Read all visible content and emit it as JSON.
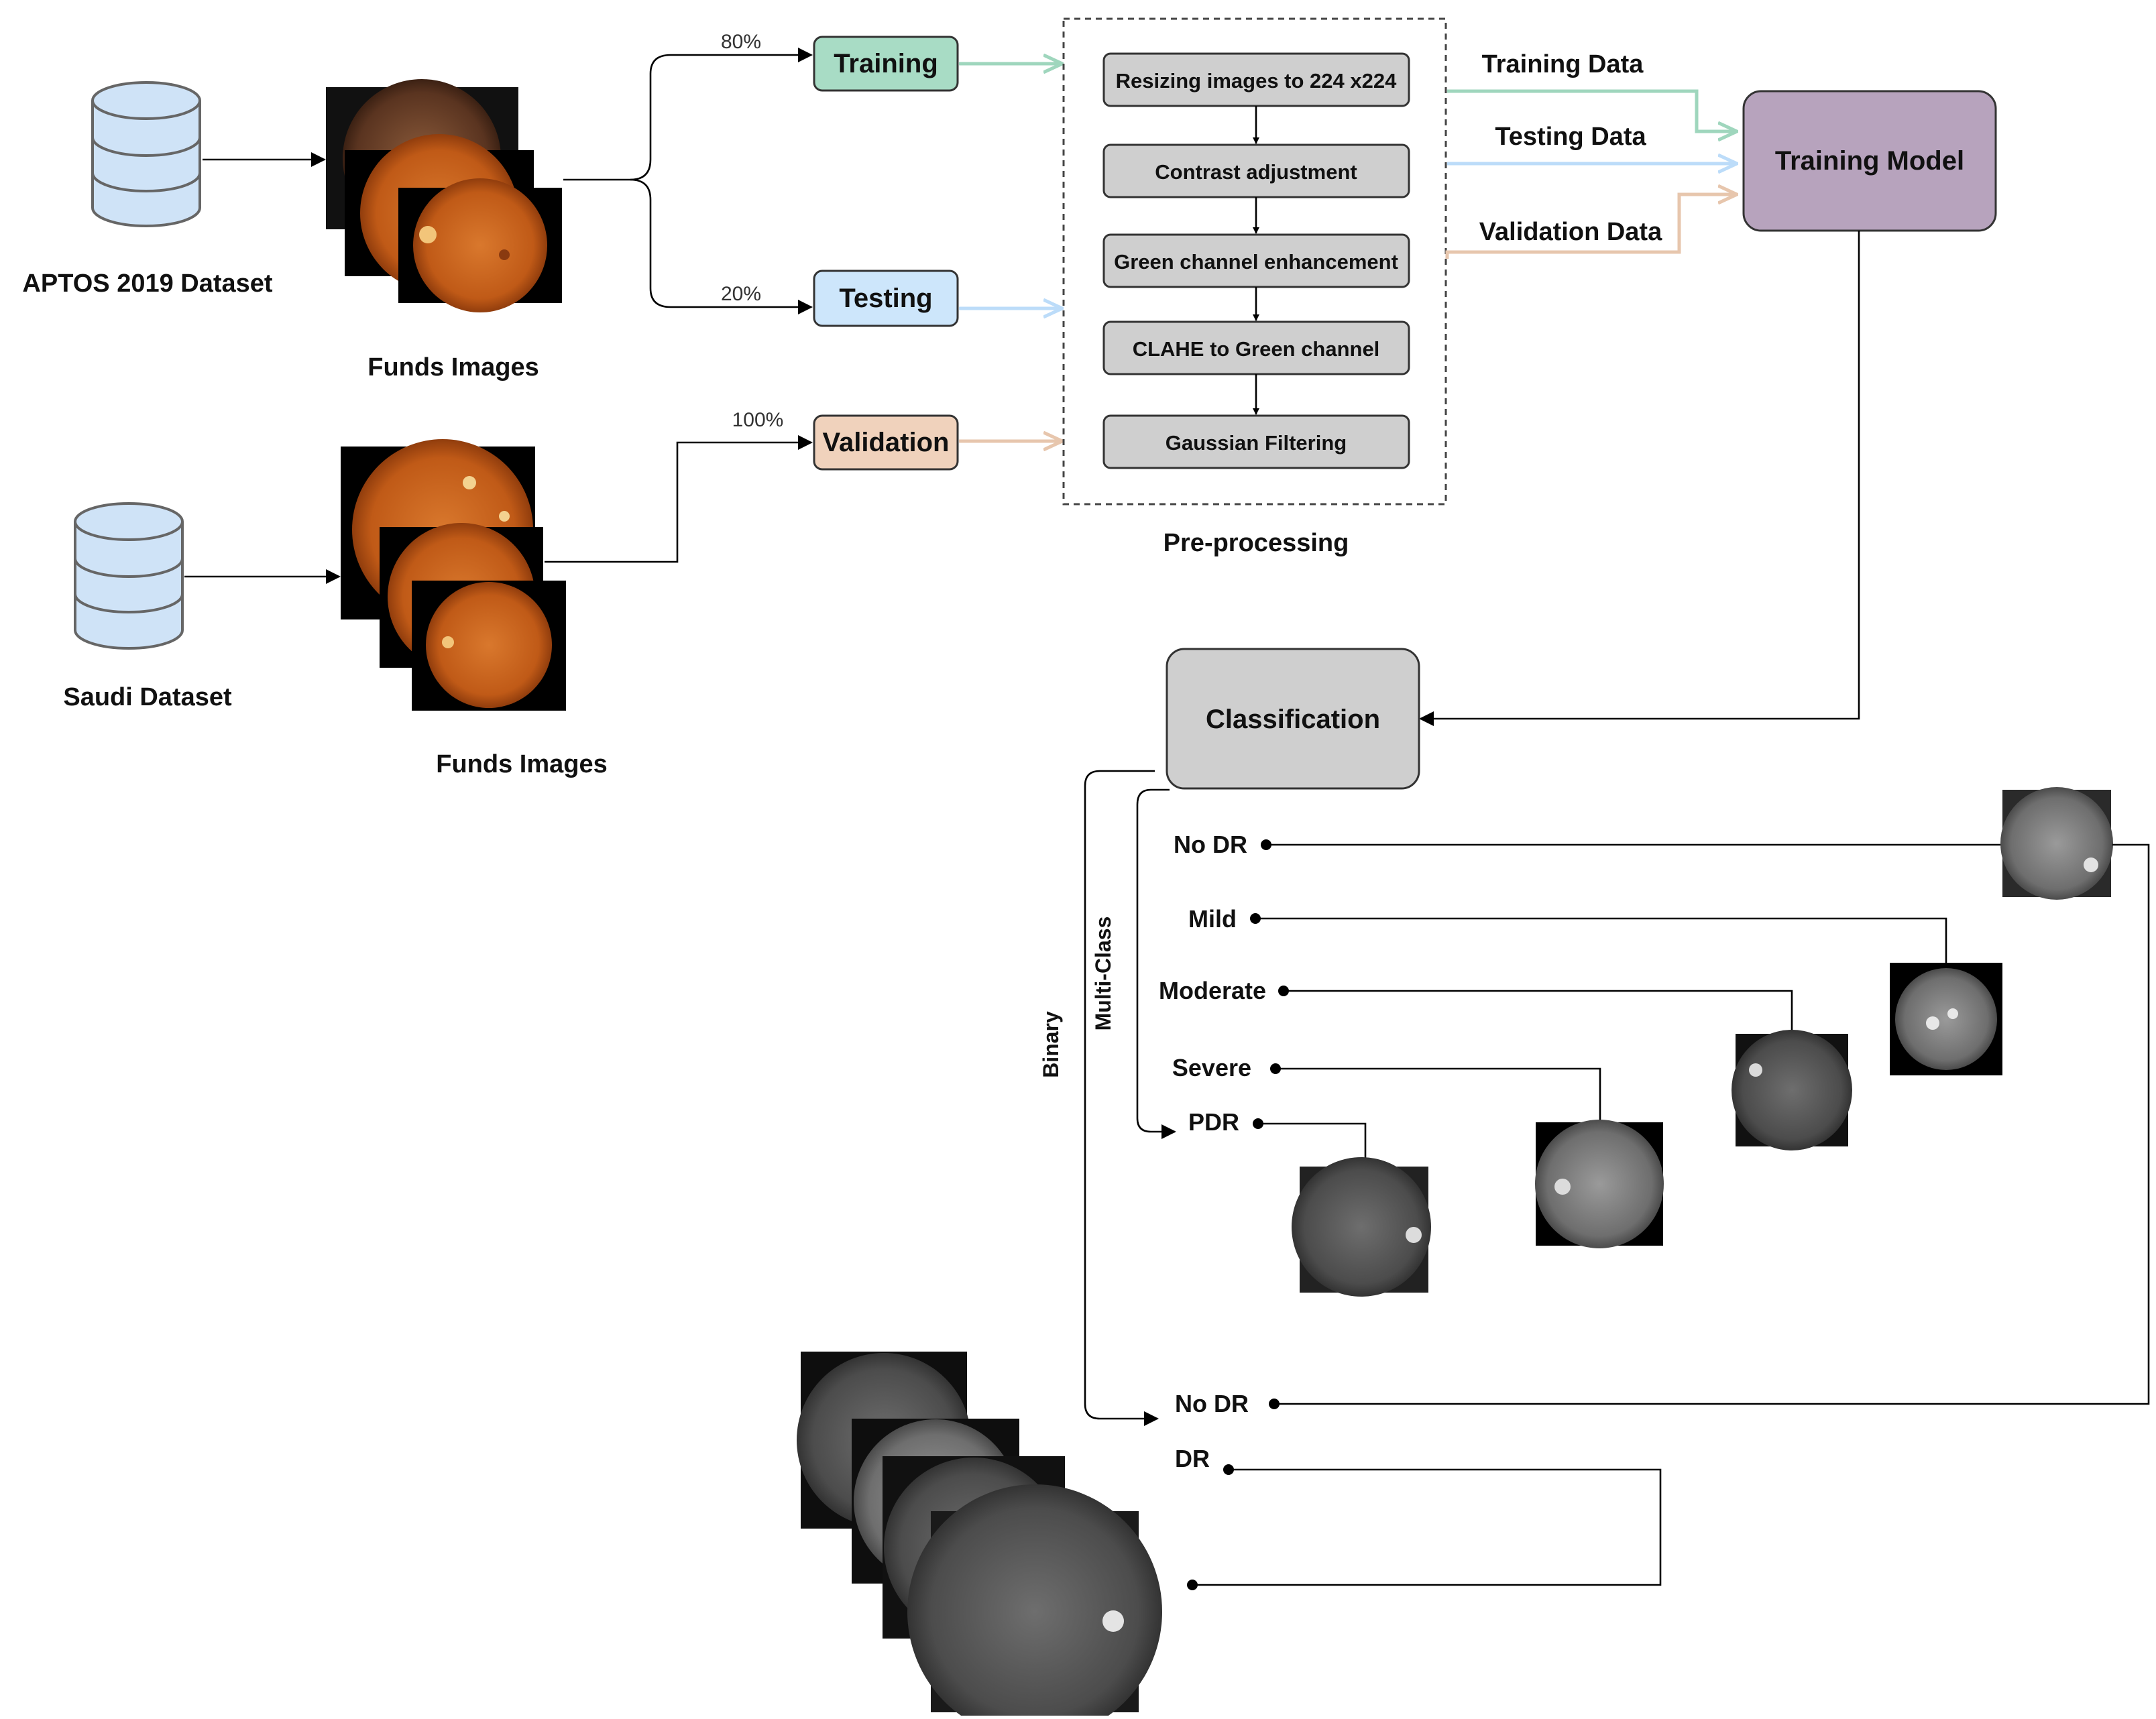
{
  "colors": {
    "training": "#a8dcc5",
    "testing": "#cde6fb",
    "validation": "#f0d2bc",
    "training_model": "#b7a3bd",
    "steps": "#cfcfcf",
    "classification": "#cfcfcf",
    "training_arrow": "#9fd6bd",
    "testing_arrow": "#bcdcf9",
    "validation_arrow": "#e7c6ad"
  },
  "sources": {
    "aptos_label": "APTOS 2019 Dataset",
    "aptos_images_label": "Funds Images",
    "saudi_label": "Saudi Dataset",
    "saudi_images_label": "Funds Images"
  },
  "splits": {
    "training": {
      "label": "Training",
      "percent": "80%"
    },
    "testing": {
      "label": "Testing",
      "percent": "20%"
    },
    "validation": {
      "label": "Validation",
      "percent": "100%"
    }
  },
  "preprocessing": {
    "title": "Pre-processing",
    "steps": [
      "Resizing images to 224 x224",
      "Contrast adjustment",
      "Green channel enhancement",
      "CLAHE to Green channel",
      "Gaussian Filtering"
    ]
  },
  "data_flows": {
    "training": "Training Data",
    "testing": "Testing Data",
    "validation": "Validation Data"
  },
  "model": {
    "label": "Training Model"
  },
  "classification": {
    "label": "Classification",
    "multi_class_label": "Multi-Class",
    "binary_label": "Binary",
    "multi_classes": [
      "No DR",
      "Mild",
      "Moderate",
      "Severe",
      "PDR"
    ],
    "binary_classes": [
      "No DR",
      "DR"
    ]
  }
}
